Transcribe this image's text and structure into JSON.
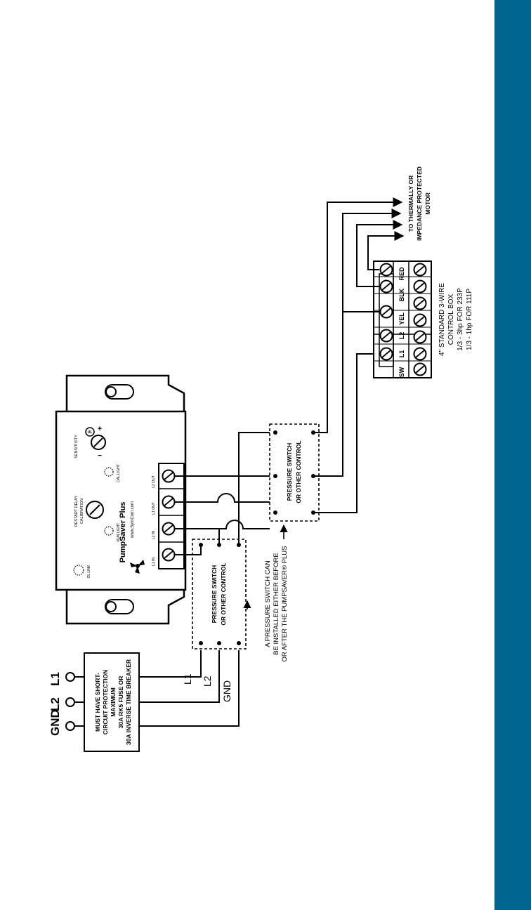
{
  "colors": {
    "stripe": "#006591",
    "ink": "#000000",
    "paper": "#ffffff"
  },
  "supply": {
    "terminals": [
      "GND",
      "L2",
      "L1"
    ],
    "breaker": [
      "MUST HAVE SHORT-",
      "CIRCUIT PROTECTION",
      "MAXIMUM",
      "30A RK5 FUSE OR",
      "30A INVERSE TIME BREAKER"
    ],
    "wire_labels": [
      "L1",
      "L2",
      "GND"
    ]
  },
  "switch_one": [
    "PRESSURE SWITCH",
    "OR OTHER CONTROL"
  ],
  "switch_two": [
    "PRESSURE SWITCH",
    "OR OTHER CONTROL"
  ],
  "note": [
    "A PRESSURE SWITCH CAN",
    "BE INSTALLED EITHER BEFORE",
    "OR AFTER THE PUMPSAVER® PLUS"
  ],
  "unit": {
    "brand": "PumpSaver Plus",
    "web": "www.SymCom.com",
    "small_labels": [
      "OL LINK",
      "RUN LIGHT",
      "RESTART DELAY",
      "CALIBRATION",
      "SENSITIVITY",
      "CAL LIGHT"
    ],
    "terminal_labels": [
      "L1 IN",
      "L2 IN",
      "L1 OUT",
      "L2 OUT"
    ]
  },
  "control_box": {
    "terminals": [
      "SW",
      "L1",
      "L2",
      "YEL",
      "BLK",
      "RED"
    ],
    "caption": [
      "4\" STANDARD 3-WIRE",
      "CONTROL BOX",
      "1/3 - 3hp FOR 233P",
      "1/3 - 1hp FOR 111P"
    ]
  },
  "motor": [
    "TO THERMALLY OR",
    "IMPEDANCE PROTECTED",
    "MOTOR"
  ]
}
